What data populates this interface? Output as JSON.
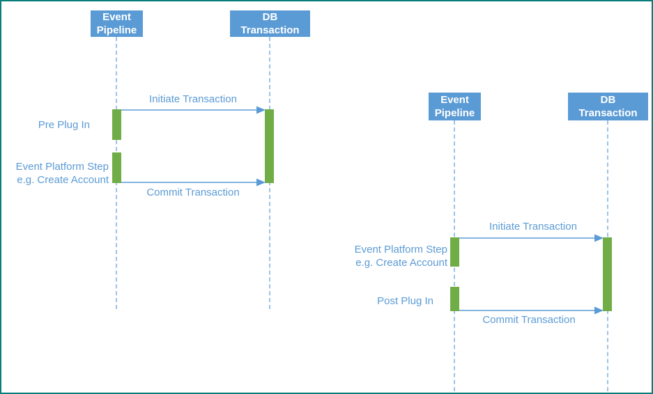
{
  "colors": {
    "actor_fill": "#5b9bd5",
    "actor_text": "#ffffff",
    "activation_fill": "#70ad47",
    "message_line": "#5b9bd5",
    "label_text": "#5b9bd5",
    "lifeline": "#9dc3e6",
    "page_border": "#077e7b",
    "background": "#ffffff"
  },
  "left": {
    "actors": [
      {
        "label": "Event\nPipeline"
      },
      {
        "label": "DB\nTransaction"
      }
    ],
    "messages": [
      {
        "label": "Initiate Transaction"
      },
      {
        "label": "Commit Transaction"
      }
    ],
    "annotations": [
      {
        "label": "Pre Plug In"
      },
      {
        "label": "Event Platform Step\ne.g. Create Account"
      }
    ]
  },
  "right": {
    "actors": [
      {
        "label": "Event\nPipeline"
      },
      {
        "label": "DB\nTransaction"
      }
    ],
    "messages": [
      {
        "label": "Initiate Transaction"
      },
      {
        "label": "Commit Transaction"
      }
    ],
    "annotations": [
      {
        "label": "Event Platform Step\ne.g. Create Account"
      },
      {
        "label": "Post Plug In"
      }
    ]
  }
}
